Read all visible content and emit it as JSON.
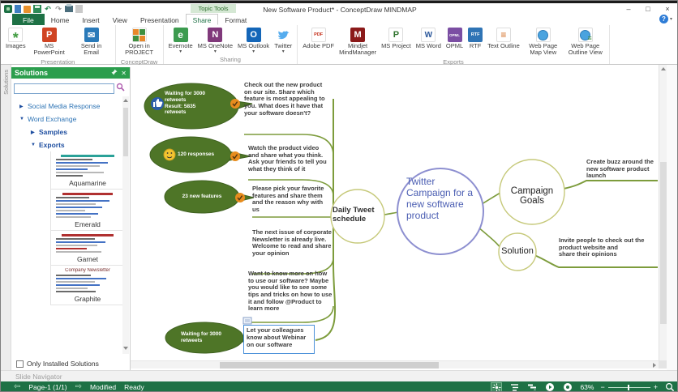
{
  "titlebar": {
    "title": "New Software Product* - ConceptDraw MINDMAP",
    "minimize": "–",
    "maximize": "□",
    "close": "×",
    "help": "?"
  },
  "tabs": {
    "contextual": "Topic Tools",
    "file": "File",
    "items": [
      "Home",
      "Insert",
      "View",
      "Presentation",
      "Share",
      "Format"
    ]
  },
  "ribbon": {
    "dd": "▾",
    "groups": [
      {
        "label": "Presentation",
        "buttons": [
          {
            "label": "Images"
          },
          {
            "label": "MS PowerPoint"
          },
          {
            "label": "Send in Email"
          }
        ]
      },
      {
        "label": "ConceptDraw",
        "buttons": [
          {
            "label": "Open in PROJECT"
          }
        ]
      },
      {
        "label": "Sharing",
        "buttons": [
          {
            "label": "Evernote"
          },
          {
            "label": "MS OneNote"
          },
          {
            "label": "MS Outlook"
          },
          {
            "label": "Twitter"
          }
        ]
      },
      {
        "label": "Exports",
        "buttons": [
          {
            "label": "Adobe PDF"
          },
          {
            "label": "Mindjet MindManager"
          },
          {
            "label": "MS Project"
          },
          {
            "label": "MS Word"
          },
          {
            "label": "OPML"
          },
          {
            "label": "RTF"
          },
          {
            "label": "Text Outline"
          },
          {
            "label": "Web Page Map View"
          },
          {
            "label": "Web Page Outline View"
          }
        ]
      }
    ]
  },
  "sidebar": {
    "vertical_tab": "Solutions",
    "title": "Solutions",
    "search_value": "",
    "tree": [
      {
        "arrow": "▶",
        "label": "Social Media Response"
      },
      {
        "arrow": "▼",
        "label": "Word Exchange"
      },
      {
        "arrow": "▶",
        "label": "Samples"
      },
      {
        "arrow": "▼",
        "label": "Exports"
      }
    ],
    "thumbnails": [
      {
        "name": "Aquamarine"
      },
      {
        "name": "Emerald"
      },
      {
        "name": "Garnet"
      },
      {
        "name": "Graphite",
        "heading": "Company Newsletter"
      }
    ],
    "only_installed": "Only Installed Solutions",
    "slide_navigator": "Slide Navigator"
  },
  "mindmap": {
    "central": "Twitter Campaign for a new software product",
    "nodes": {
      "daily": "Daily Tweet schedule",
      "goals": "Campaign Goals",
      "solution": "Solution"
    },
    "topics": [
      "Check out the new product on our site. Share which feature is most appealing to you. What does it have that your software doesn't?",
      "Watch the product video and share what you think. Ask your friends to tell you what they think of it",
      "Please pick your favorite features and share them and the reason why with us",
      "The next issue of corporate Newsletter is already live. Welcome to read and share your opinion",
      "Want to know more on how to use our software? Maybe you would like to see some tips and tricks on how to use it and follow @Product to learn more",
      "Let your colleagues know about Webinar on our software"
    ],
    "right_topics": [
      "Create buzz around the new software product launch",
      "Invite people to check out the product website and\nshare their opinions"
    ],
    "callouts": [
      "Waiting for 3000\nretweets\nResult: 5835\nretweets",
      "120 responses",
      "23 new features",
      "Waiting for 3000\nretweets"
    ]
  },
  "statusbar": {
    "prev": "⇦",
    "next": "⇨",
    "page": "Page-1 (1/1)",
    "modified": "Modified",
    "ready": "Ready",
    "zoom": "63%",
    "zoom_out": "−",
    "zoom_in": "+"
  }
}
